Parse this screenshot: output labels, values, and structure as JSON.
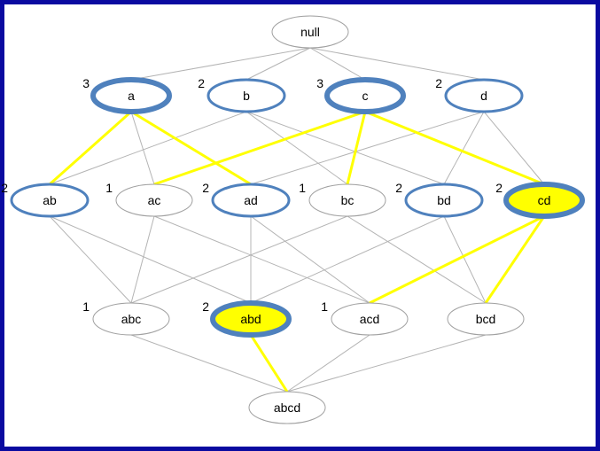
{
  "colors": {
    "frame": "#0a0aa0",
    "thin_edge": "#b4b4b4",
    "highlight_edge": "#ffff00",
    "frequent_outline": "#4f81bd",
    "plain_outline": "#a0a0a0",
    "highlight_fill": "#ffff00"
  },
  "nodes": [
    {
      "id": "null",
      "label": "null",
      "count": "",
      "style": "plain"
    },
    {
      "id": "a",
      "label": "a",
      "count": "3",
      "style": "thick"
    },
    {
      "id": "b",
      "label": "b",
      "count": "2",
      "style": "frequent"
    },
    {
      "id": "c",
      "label": "c",
      "count": "3",
      "style": "thick"
    },
    {
      "id": "d",
      "label": "d",
      "count": "2",
      "style": "frequent"
    },
    {
      "id": "ab",
      "label": "ab",
      "count": "2",
      "style": "frequent"
    },
    {
      "id": "ac",
      "label": "ac",
      "count": "1",
      "style": "plain"
    },
    {
      "id": "ad",
      "label": "ad",
      "count": "2",
      "style": "frequent"
    },
    {
      "id": "bc",
      "label": "bc",
      "count": "1",
      "style": "plain"
    },
    {
      "id": "bd",
      "label": "bd",
      "count": "2",
      "style": "frequent"
    },
    {
      "id": "cd",
      "label": "cd",
      "count": "2",
      "style": "highlight"
    },
    {
      "id": "abc",
      "label": "abc",
      "count": "1",
      "style": "plain"
    },
    {
      "id": "abd",
      "label": "abd",
      "count": "2",
      "style": "highlight"
    },
    {
      "id": "acd",
      "label": "acd",
      "count": "1",
      "style": "plain"
    },
    {
      "id": "bcd",
      "label": "bcd",
      "count": "",
      "style": "plain"
    },
    {
      "id": "abcd",
      "label": "abcd",
      "count": "",
      "style": "plain"
    }
  ],
  "edges": [
    [
      "null",
      "a"
    ],
    [
      "null",
      "b"
    ],
    [
      "null",
      "c"
    ],
    [
      "null",
      "d"
    ],
    [
      "a",
      "ab"
    ],
    [
      "a",
      "ac"
    ],
    [
      "a",
      "ad"
    ],
    [
      "b",
      "ab"
    ],
    [
      "b",
      "bc"
    ],
    [
      "b",
      "bd"
    ],
    [
      "c",
      "ac"
    ],
    [
      "c",
      "bc"
    ],
    [
      "c",
      "cd"
    ],
    [
      "d",
      "ad"
    ],
    [
      "d",
      "bd"
    ],
    [
      "d",
      "cd"
    ],
    [
      "ab",
      "abc"
    ],
    [
      "ab",
      "abd"
    ],
    [
      "ac",
      "abc"
    ],
    [
      "ac",
      "acd"
    ],
    [
      "ad",
      "abd"
    ],
    [
      "ad",
      "acd"
    ],
    [
      "bc",
      "abc"
    ],
    [
      "bc",
      "bcd"
    ],
    [
      "bd",
      "abd"
    ],
    [
      "bd",
      "bcd"
    ],
    [
      "cd",
      "acd"
    ],
    [
      "cd",
      "bcd"
    ],
    [
      "abc",
      "abcd"
    ],
    [
      "abd",
      "abcd"
    ],
    [
      "acd",
      "abcd"
    ],
    [
      "bcd",
      "abcd"
    ]
  ],
  "highlighted_edges": [
    [
      "a",
      "ab"
    ],
    [
      "a",
      "ad"
    ],
    [
      "c",
      "ac"
    ],
    [
      "c",
      "bc"
    ],
    [
      "c",
      "cd"
    ],
    [
      "cd",
      "acd"
    ],
    [
      "cd",
      "bcd"
    ],
    [
      "abd",
      "abcd"
    ]
  ]
}
